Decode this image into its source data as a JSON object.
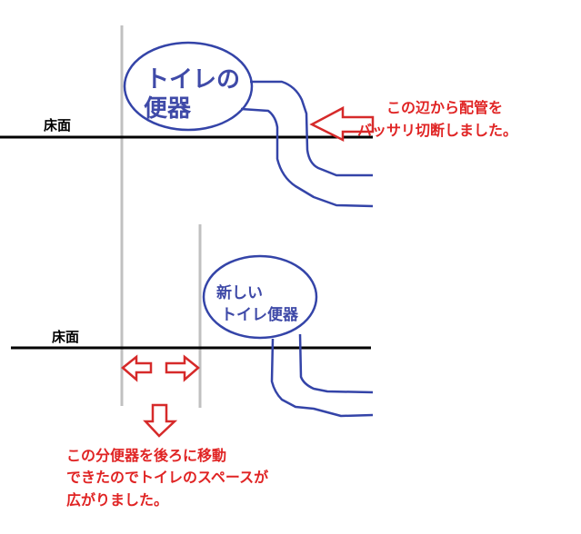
{
  "before": {
    "floor_label": "床面",
    "toilet_label": [
      "トイレの",
      "便器"
    ],
    "annotation": [
      "この辺から配管を",
      "バッサリ切断しました。"
    ]
  },
  "after": {
    "floor_label": "床面",
    "toilet_label": [
      "新しい",
      "トイレ便器"
    ],
    "annotation": [
      "この分便器を後ろに移動",
      "できたのでトイレのスペースが",
      "広がりました。"
    ]
  },
  "colors": {
    "pipe": "#3444a8",
    "annotation": "#e02424",
    "guide": "#c0c0c0",
    "floor": "#000000"
  }
}
